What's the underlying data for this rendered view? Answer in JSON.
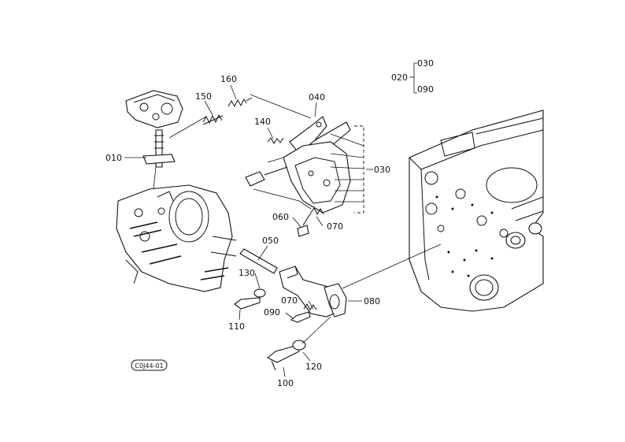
{
  "diagram": {
    "callouts": [
      {
        "key": "c020",
        "text": "020"
      },
      {
        "key": "c030top",
        "text": "030"
      },
      {
        "key": "c090top",
        "text": "090"
      },
      {
        "key": "c160",
        "text": "160"
      },
      {
        "key": "c150",
        "text": "150"
      },
      {
        "key": "c040",
        "text": "040"
      },
      {
        "key": "c140",
        "text": "140"
      },
      {
        "key": "c010",
        "text": "010"
      },
      {
        "key": "c030",
        "text": "030"
      },
      {
        "key": "c060",
        "text": "060"
      },
      {
        "key": "c070a",
        "text": "070"
      },
      {
        "key": "c050",
        "text": "050"
      },
      {
        "key": "c130",
        "text": "130"
      },
      {
        "key": "c070b",
        "text": "070"
      },
      {
        "key": "c080",
        "text": "080"
      },
      {
        "key": "c110",
        "text": "110"
      },
      {
        "key": "c090",
        "text": "090"
      },
      {
        "key": "c120",
        "text": "120"
      },
      {
        "key": "c100",
        "text": "100"
      }
    ],
    "stamp": "C0J44-01"
  }
}
